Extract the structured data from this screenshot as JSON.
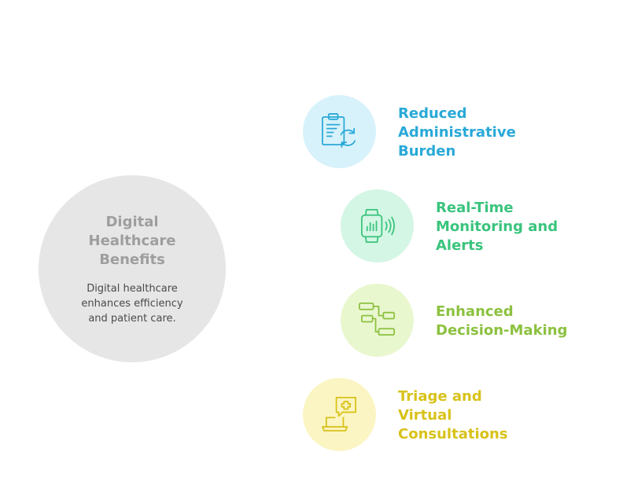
{
  "hub": {
    "title": "Digital Healthcare Benefits",
    "description": "Digital healthcare enhances efficiency and patient care."
  },
  "items": [
    {
      "label": "Reduced Administrative Burden",
      "icon": "clipboard-refresh-icon",
      "color": "#29a9d8",
      "bg": "#d8f2fb"
    },
    {
      "label": "Real-Time Monitoring and Alerts",
      "icon": "smartwatch-icon",
      "color": "#3ac47d",
      "bg": "#d4f6e4"
    },
    {
      "label": "Enhanced Decision-Making",
      "icon": "flowchart-icon",
      "color": "#8cc13f",
      "bg": "#e9f7cf"
    },
    {
      "label": "Triage and Virtual Consultations",
      "icon": "laptop-medical-chat-icon",
      "color": "#d8c21a",
      "bg": "#fbf5c3"
    }
  ]
}
